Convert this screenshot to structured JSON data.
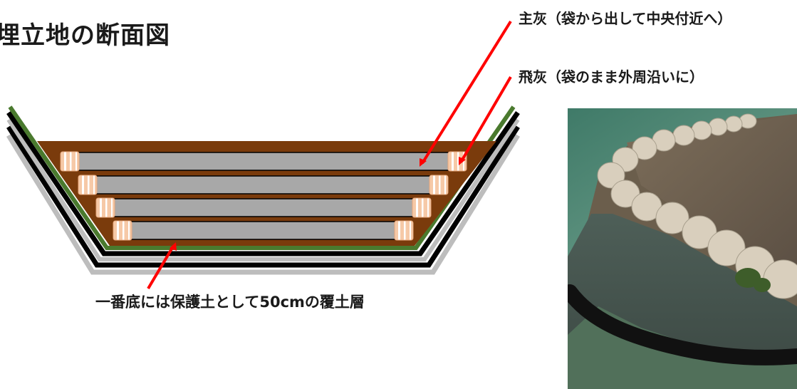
{
  "title": "埋立地の断面図",
  "labels": {
    "main_ash": "主灰（袋から出して中央付近へ）",
    "fly_ash": "飛灰（袋のまま外周沿いに）",
    "bottom_layer": "一番底には保護土として50cmの覆土層"
  },
  "colors": {
    "soil": "#7a3b0c",
    "liner_green": "#4a7a2e",
    "liner_black": "#000000",
    "liner_gray": "#bdbdbd",
    "ash_layer": "#a8a8a8",
    "bag": "#f6c9a7",
    "bag_stripe": "#ffffff",
    "arrow": "#ff0000"
  },
  "photo": {
    "description_icon": "landfill-photo"
  }
}
